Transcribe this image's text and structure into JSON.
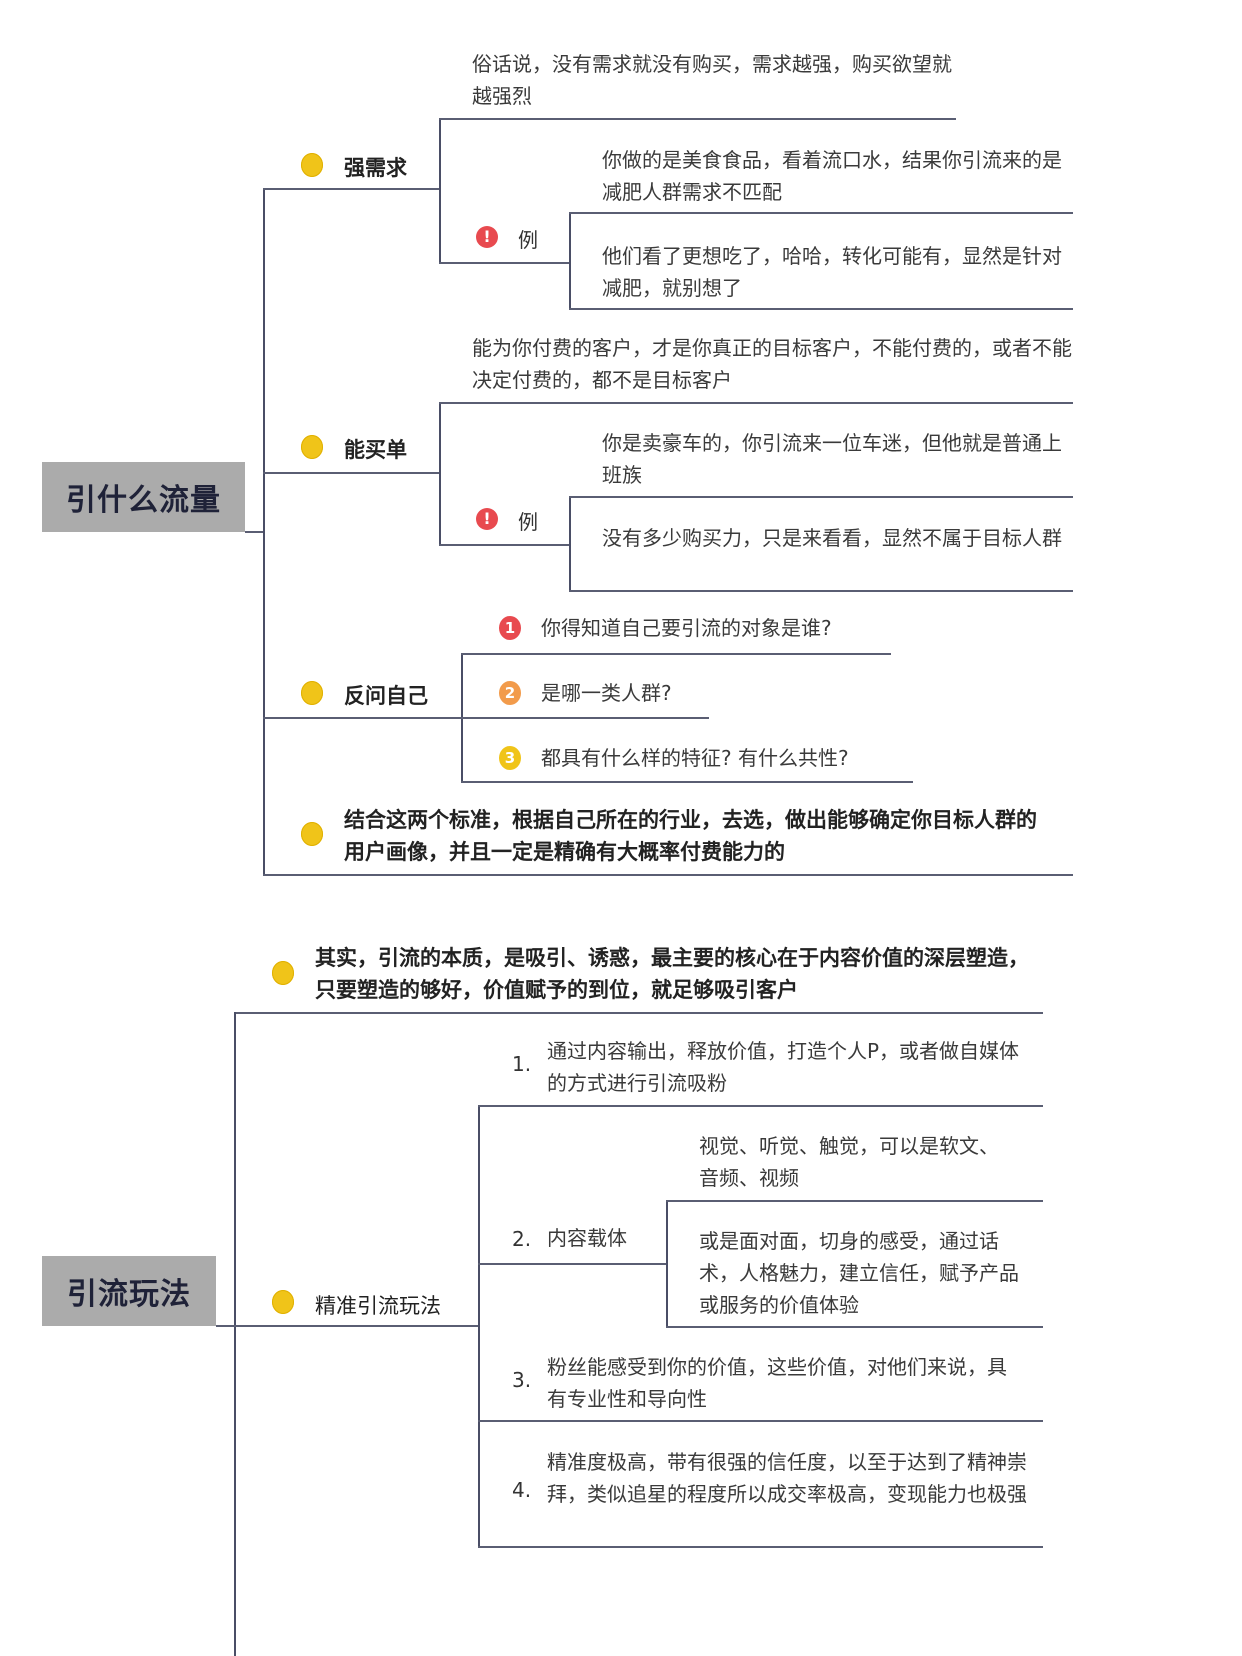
{
  "section1": {
    "root": "引什么流量",
    "branches": [
      {
        "label": "强需求",
        "note": "俗话说，没有需求就没有购买，需求越强，购买欲望就越强烈",
        "example_label": "例",
        "examples": [
          "你做的是美食食品，看着流口水，结果你引流来的是减肥人群需求不匹配",
          "他们看了更想吃了，哈哈，转化可能有，显然是针对减肥，就别想了"
        ]
      },
      {
        "label": "能买单",
        "note": "能为你付费的客户，才是你真正的目标客户，不能付费的，或者不能决定付费的，都不是目标客户",
        "example_label": "例",
        "examples": [
          "你是卖豪车的，你引流来一位车迷，但他就是普通上班族",
          "没有多少购买力，只是来看看，显然不属于目标人群"
        ]
      },
      {
        "label": "反问自己",
        "questions": [
          {
            "badge": "1",
            "color": "#e84a4f",
            "text": "你得知道自己要引流的对象是谁?"
          },
          {
            "badge": "2",
            "color": "#f29b4b",
            "text": "是哪一类人群?"
          },
          {
            "badge": "3",
            "color": "#f0c419",
            "text": "都具有什么样的特征? 有什么共性?"
          }
        ]
      },
      {
        "label": "结合这两个标准，根据自己所在的行业，去选，做出能够确定你目标人群的用户画像，并且一定是精确有大概率付费能力的"
      }
    ]
  },
  "section2": {
    "root": "引流玩法",
    "intro": "其实，引流的本质，是吸引、诱惑，最主要的核心在于内容价值的深层塑造，只要塑造的够好，价值赋予的到位，就足够吸引客户",
    "branch_label": "精准引流玩法",
    "items": [
      {
        "num": "1.",
        "text": "通过内容输出，释放价值，打造个人P，或者做自媒体的方式进行引流吸粉"
      },
      {
        "num": "2.",
        "text": "内容载体",
        "children": [
          "视觉、听觉、触觉，可以是软文、音频、视频",
          "或是面对面，切身的感受，通过话术，人格魅力，建立信任，赋予产品或服务的价值体验"
        ]
      },
      {
        "num": "3.",
        "text": "粉丝能感受到你的价值，这些价值，对他们来说，具有专业性和导向性"
      },
      {
        "num": "4.",
        "text": "精准度极高，带有很强的信任度，以至于达到了精神崇拜，类似追星的程度所以成交率极高，变现能力也极强"
      }
    ]
  },
  "colors": {
    "root_bg": "#ababab",
    "line": "#4a4e66",
    "bullet_yellow": "#f0c419",
    "alert_red": "#e84a4f",
    "badge_orange": "#f29b4b"
  }
}
